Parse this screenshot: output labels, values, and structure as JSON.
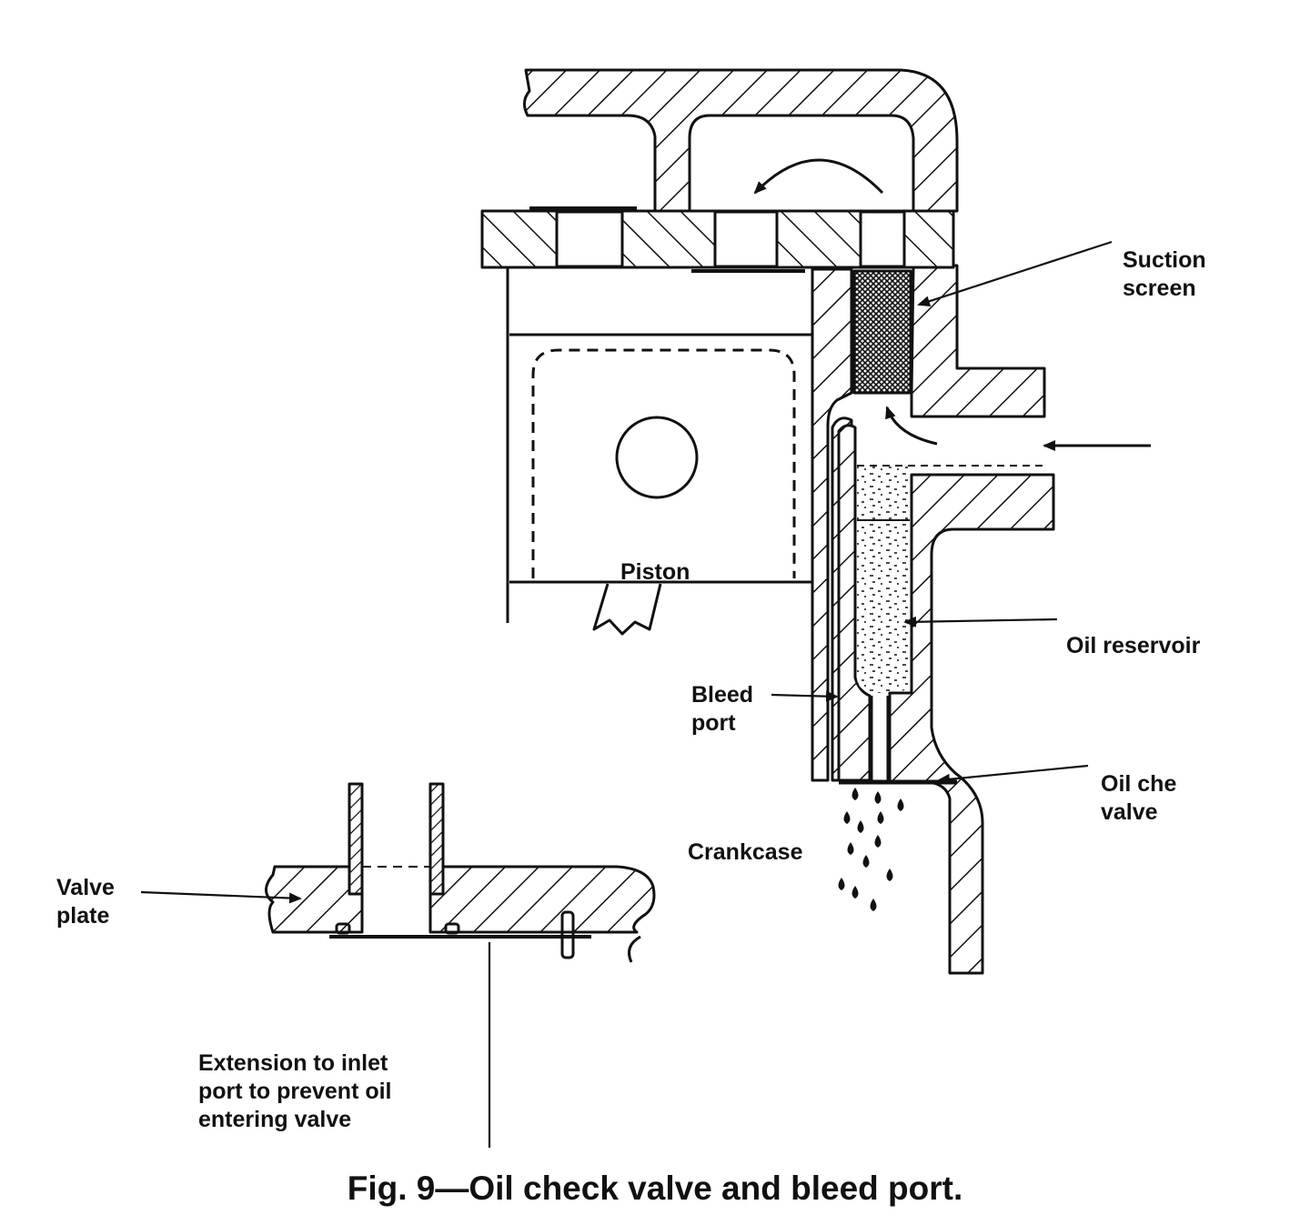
{
  "labels": {
    "suction_screen": [
      "Suction",
      "screen"
    ],
    "piston": "Piston",
    "oil_reservoir": "Oil reservoir",
    "bleed_port": [
      "Bleed",
      "port"
    ],
    "oil_check_valve": [
      "Oil che",
      "valve"
    ],
    "crankcase": "Crankcase",
    "valve_plate": [
      "Valve",
      "plate"
    ],
    "extension": [
      "Extension to inlet",
      "port to prevent oil",
      "entering valve"
    ]
  },
  "caption": "Fig. 9—Oil check valve and bleed port.",
  "colors": {
    "ink": "#111111",
    "paper": "#ffffff"
  }
}
